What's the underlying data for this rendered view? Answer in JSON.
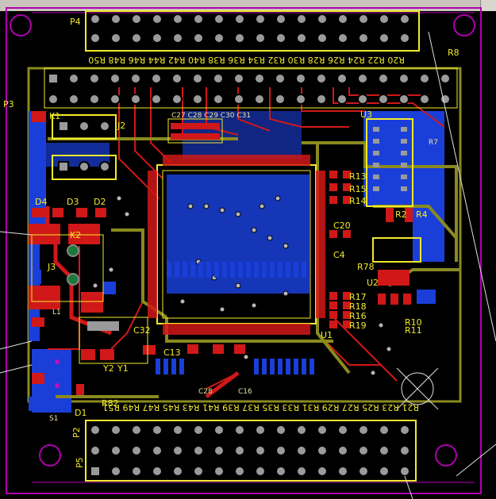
{
  "window": {
    "title": ""
  },
  "colors": {
    "background": "#000000",
    "board_outline": "#b000b0",
    "top_copper": "#d01818",
    "bottom_copper": "#1a3fd8",
    "silkscreen": "#f2ea2a",
    "keepout": "#8a8a20",
    "pad_fill": "#9a9a9a",
    "via": "#b8b8b8"
  },
  "labels": {
    "p4": "P4",
    "p3": "P3",
    "p2": "P2",
    "p5": "P5",
    "k1": "K1",
    "j2": "J2",
    "u3": "U3",
    "u1": "U1",
    "r8": "R8",
    "r13": "R13",
    "r15": "R15",
    "r14": "R14",
    "r17": "R17",
    "r16": "R16",
    "r18": "R18",
    "r19": "R19",
    "r78": "R78",
    "r82": "R82",
    "r2": "R2",
    "r4": "R4",
    "r10": "R10",
    "r11": "R11",
    "r7": "R7",
    "c20": "C20",
    "c4": "C4",
    "c32": "C32",
    "c13": "C13",
    "c28": "C28",
    "c16": "C16",
    "d1": "D1",
    "d2": "D2",
    "d3": "D3",
    "d4": "D4",
    "y1": "Y1",
    "y2": "Y2",
    "j3": "J3",
    "k2": "K2",
    "u2": "U2",
    "l1": "L1",
    "p4_row_labels": "R20  R22  R24  R26  R28  R30  R32  R34  R36  R38  R40  R42  R44  R46  R48  R50",
    "p2_row_labels": "R21  R23  R25  R27  R29  R31  R33  R35  R37  R39  R41  R43  R45  R47  R49  R51",
    "c_top_group": "C27 C28 C29 C30 C31",
    "s1": "S1"
  }
}
